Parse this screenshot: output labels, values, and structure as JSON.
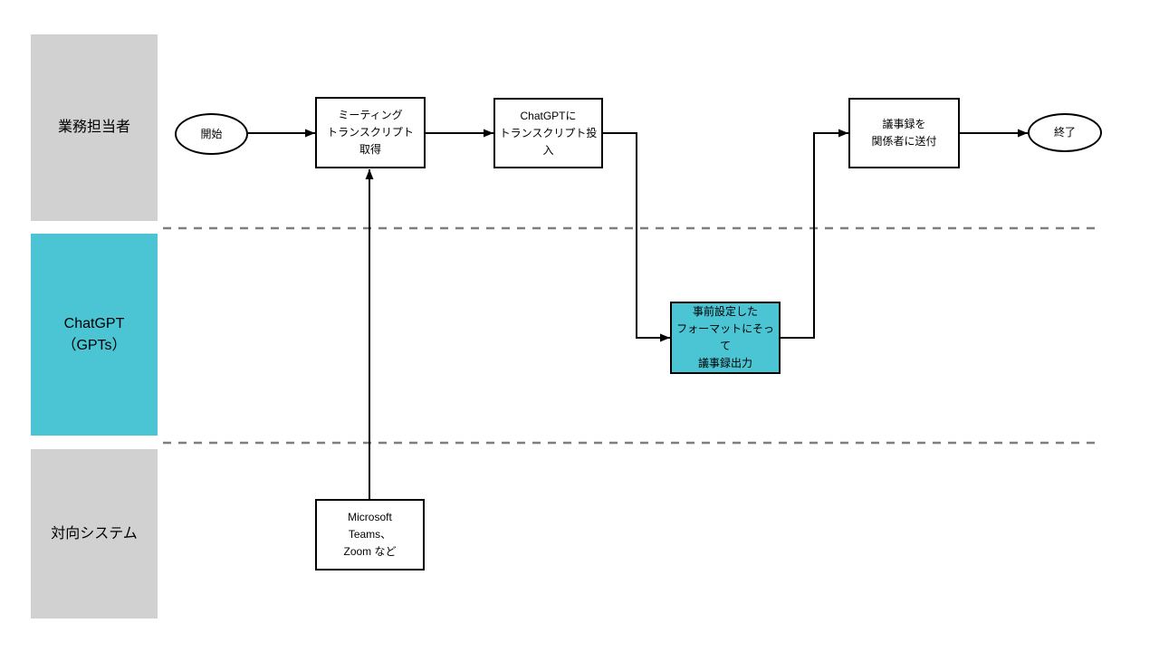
{
  "colors": {
    "lane-gray": "#d1d1d1",
    "accent-teal": "#4bc5d4",
    "connector": "#000000",
    "divider": "#7f7f7f",
    "node-border": "#000000",
    "node-fill": "#ffffff",
    "text": "#000000",
    "bg": "#ffffff"
  },
  "lanes": [
    {
      "id": "business",
      "label": "業務担当者",
      "color": "#d1d1d1"
    },
    {
      "id": "chatgpt",
      "label": "ChatGPT\n（GPTs）",
      "color": "#4bc5d4"
    },
    {
      "id": "counterpart-system",
      "label": "対向システム",
      "color": "#d1d1d1"
    }
  ],
  "nodes": {
    "start": {
      "type": "terminator",
      "lane": "業務担当者",
      "label": "開始"
    },
    "get_transcript": {
      "type": "process",
      "lane": "業務担当者",
      "label": "ミーティング\nトランスクリプト\n取得"
    },
    "input_transcript": {
      "type": "process",
      "lane": "業務担当者",
      "label": "ChatGPTに\nトランスクリプト投入"
    },
    "output_minutes": {
      "type": "process",
      "lane": "ChatGPT（GPTs）",
      "label": "事前設定した\nフォーマットにそって\n議事録出力",
      "fill": "#4bc5d4"
    },
    "send_minutes": {
      "type": "process",
      "lane": "業務担当者",
      "label": "議事録を\n関係者に送付"
    },
    "end": {
      "type": "terminator",
      "lane": "業務担当者",
      "label": "終了"
    },
    "meeting_system": {
      "type": "process",
      "lane": "対向システム",
      "label": "Microsoft\nTeams、\nZoom など"
    }
  },
  "edges": [
    {
      "from": "start",
      "to": "get_transcript"
    },
    {
      "from": "get_transcript",
      "to": "input_transcript"
    },
    {
      "from": "input_transcript",
      "to": "output_minutes"
    },
    {
      "from": "output_minutes",
      "to": "send_minutes"
    },
    {
      "from": "send_minutes",
      "to": "end"
    },
    {
      "from": "meeting_system",
      "to": "get_transcript"
    }
  ]
}
